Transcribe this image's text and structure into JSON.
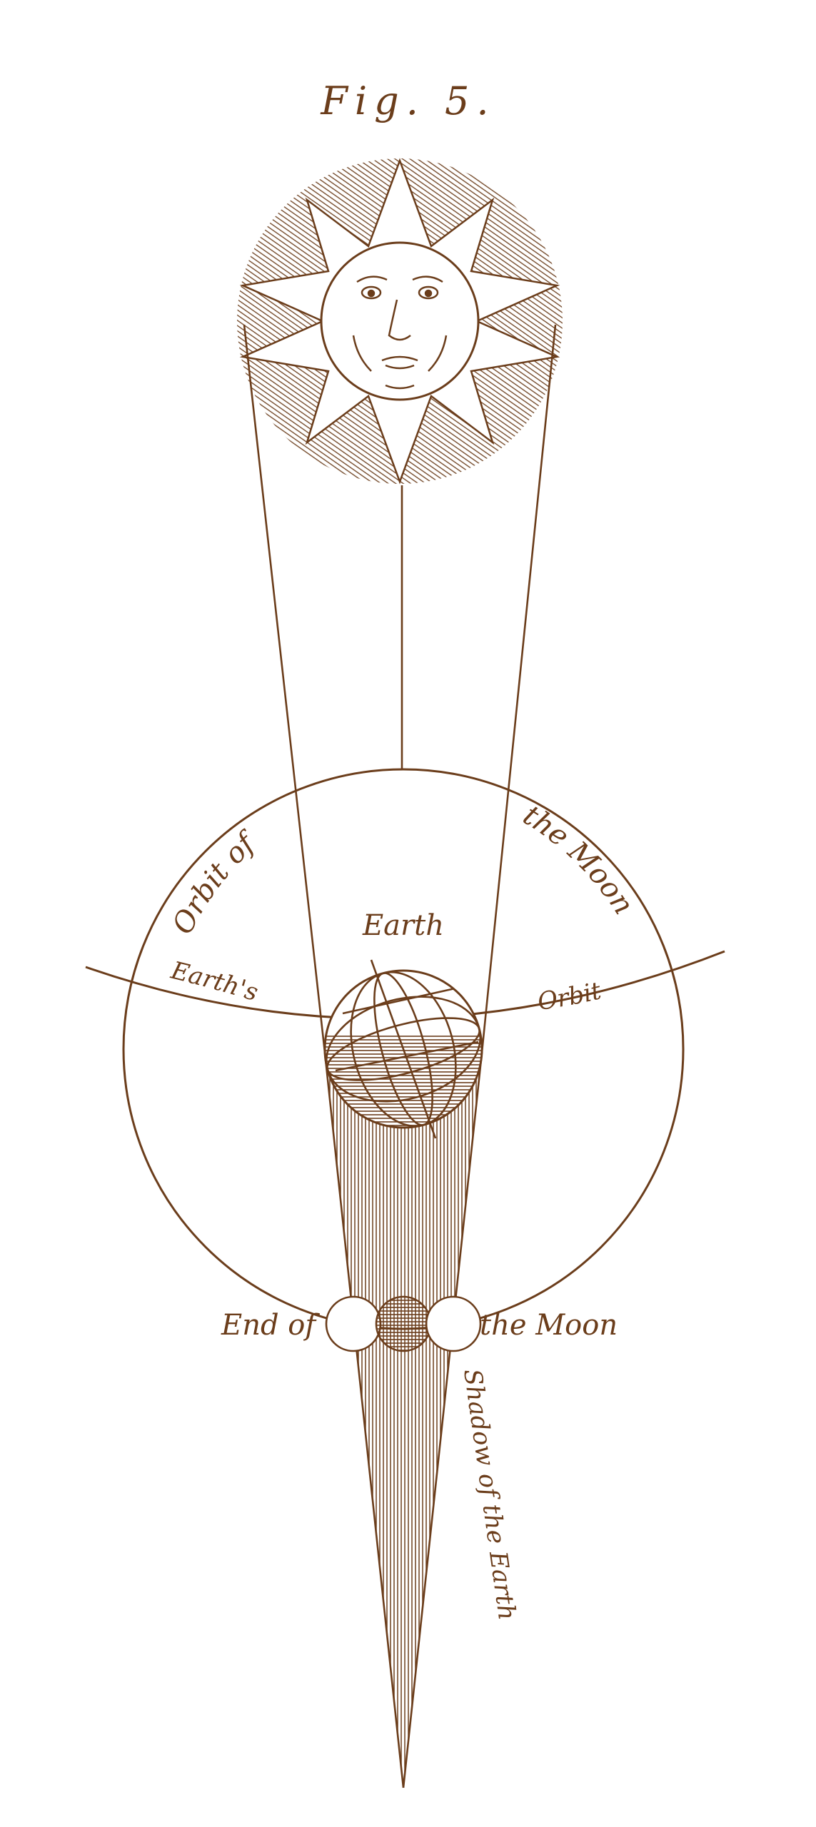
{
  "figure": {
    "title": "Fig. 5.",
    "ink_color": "#6b3d1b",
    "background_color": "#ffffff"
  },
  "labels": {
    "orbit_moon_left": "Orbit of",
    "orbit_moon_right": "the Moon",
    "earth": "Earth",
    "earth_orbit_left": "Earth's",
    "earth_orbit_right": "Orbit",
    "end_of": "End of",
    "the_moon": "the Moon",
    "shadow": "Shadow of the Earth"
  },
  "icons": {
    "sun": "sun-face-icon",
    "earth": "globe-icon",
    "moon": "moon-icon"
  }
}
